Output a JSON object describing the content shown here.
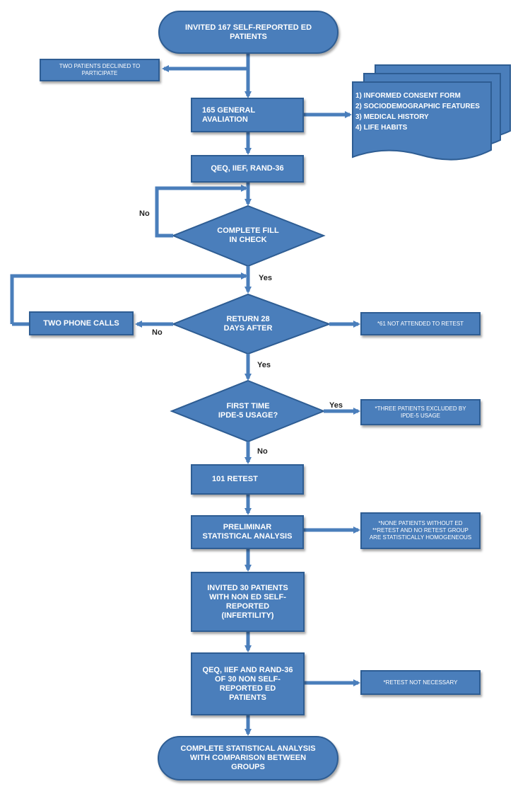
{
  "colors": {
    "fill": "#4a7ebb",
    "stroke": "#2e5d93",
    "arrow": "#4a7ebb"
  },
  "nodes": {
    "start": "INVITED 167 SELF-REPORTED ED\nPATIENTS",
    "declined": "TWO PATIENTS DECLINED TO\nPARTICIPATE",
    "general": "165 GENERAL\nAVALIATION",
    "questionnaires": "QEQ, IIEF, RAND-36",
    "fill_check": "COMPLETE FILL\nIN CHECK",
    "return": "RETURN 28\nDAYS AFTER",
    "phone": "TWO PHONE CALLS",
    "not_attended": "*61 NOT ATTENDED TO RETEST",
    "first_time": "FIRST TIME\nIPDE-5 USAGE?",
    "excluded": "*THREE PATIENTS EXCLUDED BY\nIPDE-5 USAGE",
    "retest": "101 RETEST",
    "preliminar": "PRELIMINAR\nSTATISTICAL ANALYSIS",
    "preliminar_note": "*NONE PATIENTS WITHOUT ED\n**RETEST  AND NO RETEST GROUP\nARE STATISTICALLY HOMOGENEOUS",
    "invited30": "INVITED 30 PATIENTS\nWITH NON ED SELF-\nREPORTED\n(INFERTILITY)",
    "qeq30": "QEQ, IIEF AND RAND-36\nOF 30 NON  SELF-\nREPORTED ED\nPATIENTS",
    "retest_note": "*RETEST NOT NECESSARY",
    "end": "COMPLETE STATISTICAL ANALYSIS\nWITH COMPARISON BETWEEN\nGROUPS"
  },
  "documents": [
    "1) INFORMED CONSENT FORM",
    "2) SOCIODEMOGRAPHIC  FEATURES",
    "3) MEDICAL HISTORY",
    "4) LIFE HABITS"
  ],
  "labels": {
    "no_fill": "No",
    "yes_fill": "Yes",
    "no_return": "No",
    "yes_return": "Yes",
    "yes_ipde": "Yes",
    "no_ipde": "No"
  }
}
